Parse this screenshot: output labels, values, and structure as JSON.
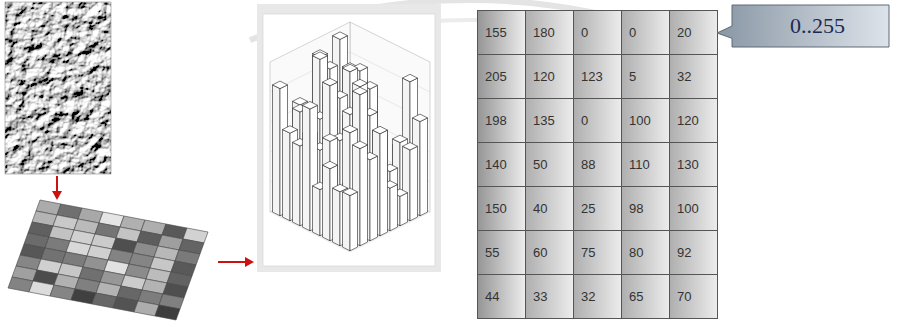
{
  "diagram": {
    "nodes": [
      {
        "text": [
          "0..255"
        ]
      }
    ],
    "labels": [
      "155",
      "180",
      "0",
      "0",
      "20",
      "205",
      "120",
      "123",
      "5",
      "32",
      "198",
      "135",
      "0",
      "100",
      "120",
      "140",
      "50",
      "88",
      "110",
      "130",
      "150",
      "40",
      "25",
      "98",
      "100",
      "55",
      "60",
      "75",
      "80",
      "92",
      "44",
      "33",
      "32",
      "65",
      "70"
    ]
  }
}
